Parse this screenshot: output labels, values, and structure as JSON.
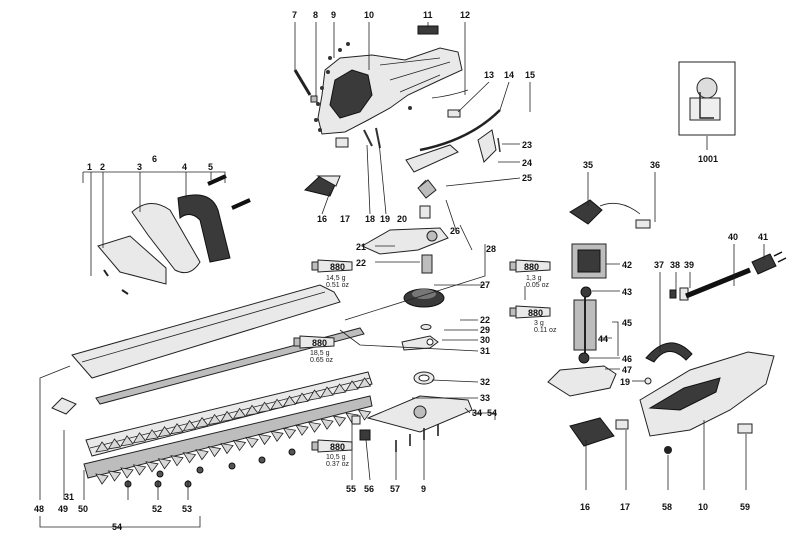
{
  "diagram": {
    "labels": [
      {
        "id": "l7",
        "text": "7"
      },
      {
        "id": "l8",
        "text": "8"
      },
      {
        "id": "l9a",
        "text": "9"
      },
      {
        "id": "l10a",
        "text": "10"
      },
      {
        "id": "l11",
        "text": "11"
      },
      {
        "id": "l12",
        "text": "12"
      },
      {
        "id": "l13",
        "text": "13"
      },
      {
        "id": "l14",
        "text": "14"
      },
      {
        "id": "l15",
        "text": "15"
      },
      {
        "id": "l6",
        "text": "6"
      },
      {
        "id": "l1",
        "text": "1"
      },
      {
        "id": "l2",
        "text": "2"
      },
      {
        "id": "l3",
        "text": "3"
      },
      {
        "id": "l4",
        "text": "4"
      },
      {
        "id": "l5",
        "text": "5"
      },
      {
        "id": "l16a",
        "text": "16"
      },
      {
        "id": "l17a",
        "text": "17"
      },
      {
        "id": "l18",
        "text": "18"
      },
      {
        "id": "l19a",
        "text": "19"
      },
      {
        "id": "l20",
        "text": "20"
      },
      {
        "id": "l21",
        "text": "21"
      },
      {
        "id": "l22a",
        "text": "22"
      },
      {
        "id": "l23",
        "text": "23"
      },
      {
        "id": "l24",
        "text": "24"
      },
      {
        "id": "l25",
        "text": "25"
      },
      {
        "id": "l26",
        "text": "26"
      },
      {
        "id": "l27",
        "text": "27"
      },
      {
        "id": "l28",
        "text": "28"
      },
      {
        "id": "l22b",
        "text": "22"
      },
      {
        "id": "l29",
        "text": "29"
      },
      {
        "id": "l30",
        "text": "30"
      },
      {
        "id": "l31a",
        "text": "31"
      },
      {
        "id": "l32",
        "text": "32"
      },
      {
        "id": "l33",
        "text": "33"
      },
      {
        "id": "l34",
        "text": "34"
      },
      {
        "id": "l54a",
        "text": "54"
      },
      {
        "id": "l35",
        "text": "35"
      },
      {
        "id": "l36",
        "text": "36"
      },
      {
        "id": "l1001",
        "text": "1001"
      },
      {
        "id": "l37",
        "text": "37"
      },
      {
        "id": "l38",
        "text": "38"
      },
      {
        "id": "l39",
        "text": "39"
      },
      {
        "id": "l40",
        "text": "40"
      },
      {
        "id": "l41",
        "text": "41"
      },
      {
        "id": "l42",
        "text": "42"
      },
      {
        "id": "l43",
        "text": "43"
      },
      {
        "id": "l44",
        "text": "44"
      },
      {
        "id": "l45",
        "text": "45"
      },
      {
        "id": "l46",
        "text": "46"
      },
      {
        "id": "l47",
        "text": "47"
      },
      {
        "id": "l19b",
        "text": "19"
      },
      {
        "id": "l16b",
        "text": "16"
      },
      {
        "id": "l17b",
        "text": "17"
      },
      {
        "id": "l58",
        "text": "58"
      },
      {
        "id": "l10b",
        "text": "10"
      },
      {
        "id": "l59",
        "text": "59"
      },
      {
        "id": "l48",
        "text": "48"
      },
      {
        "id": "l49",
        "text": "49"
      },
      {
        "id": "l31b",
        "text": "31"
      },
      {
        "id": "l50",
        "text": "50"
      },
      {
        "id": "l52",
        "text": "52"
      },
      {
        "id": "l53",
        "text": "53"
      },
      {
        "id": "l54b",
        "text": "54"
      },
      {
        "id": "l55",
        "text": "55"
      },
      {
        "id": "l56",
        "text": "56"
      },
      {
        "id": "l57",
        "text": "57"
      },
      {
        "id": "l9b",
        "text": "9"
      }
    ],
    "grease": [
      {
        "id": "g1",
        "code": "880",
        "weight_g": "14,5 g",
        "weight_oz": "0.51 oz"
      },
      {
        "id": "g2",
        "code": "880",
        "weight_g": "1,3 g",
        "weight_oz": "0.05 oz"
      },
      {
        "id": "g3",
        "code": "880",
        "weight_g": "3 g",
        "weight_oz": "0.11 oz"
      },
      {
        "id": "g4",
        "code": "880",
        "weight_g": "18,5 g",
        "weight_oz": "0.65 oz"
      },
      {
        "id": "g5",
        "code": "880",
        "weight_g": "10,5 g",
        "weight_oz": "0.37 oz"
      }
    ]
  }
}
